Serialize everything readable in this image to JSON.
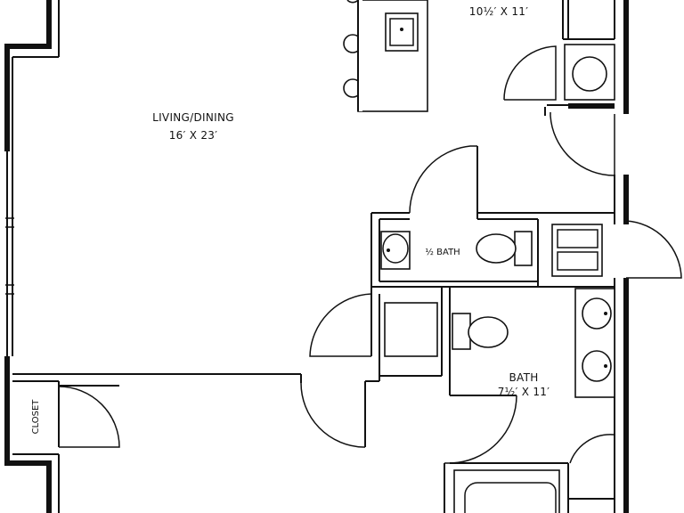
{
  "rooms": {
    "kitchen_dim": "10½′ X 11′",
    "living_name": "LIVING/DINING",
    "living_dim": "16′ X 23′",
    "half_bath": "½ BATH",
    "bath_name": "BATH",
    "bath_dim": "7½′ X 11′",
    "closet": "CLOSET"
  }
}
